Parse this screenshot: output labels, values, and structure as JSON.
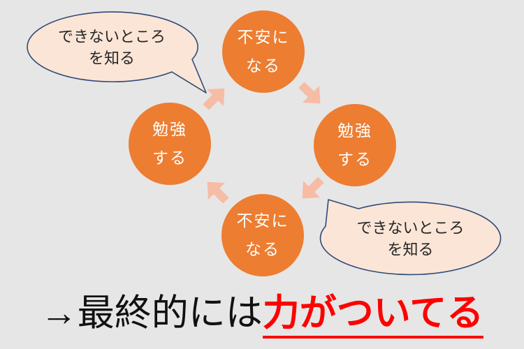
{
  "colors": {
    "background": "#e7e6e6",
    "circle": "#ed7d31",
    "arrow": "#f6bca6",
    "bubble_fill": "#fbe5d6",
    "bubble_border": "#2f4a77",
    "highlight": "#ff0000",
    "circle_text": "#ffffff",
    "body_text": "#262626"
  },
  "diagram": {
    "type": "cycle",
    "nodes": {
      "top": {
        "line1": "不安に",
        "line2": "なる"
      },
      "right": {
        "line1": "勉強",
        "line2": "する"
      },
      "bottom": {
        "line1": "不安に",
        "line2": "なる"
      },
      "left": {
        "line1": "勉強",
        "line2": "する"
      }
    },
    "arrows": [
      {
        "from": "left",
        "to": "top"
      },
      {
        "from": "top",
        "to": "right"
      },
      {
        "from": "right",
        "to": "bottom"
      },
      {
        "from": "bottom",
        "to": "left"
      }
    ],
    "bubbles": {
      "topleft": {
        "line1": "できないところ",
        "line2": "を知る"
      },
      "bottomright": {
        "line1": "できないところ",
        "line2": "を知る"
      }
    }
  },
  "conclusion": {
    "prefix": "→最終的には",
    "highlight": "力がついてる"
  }
}
